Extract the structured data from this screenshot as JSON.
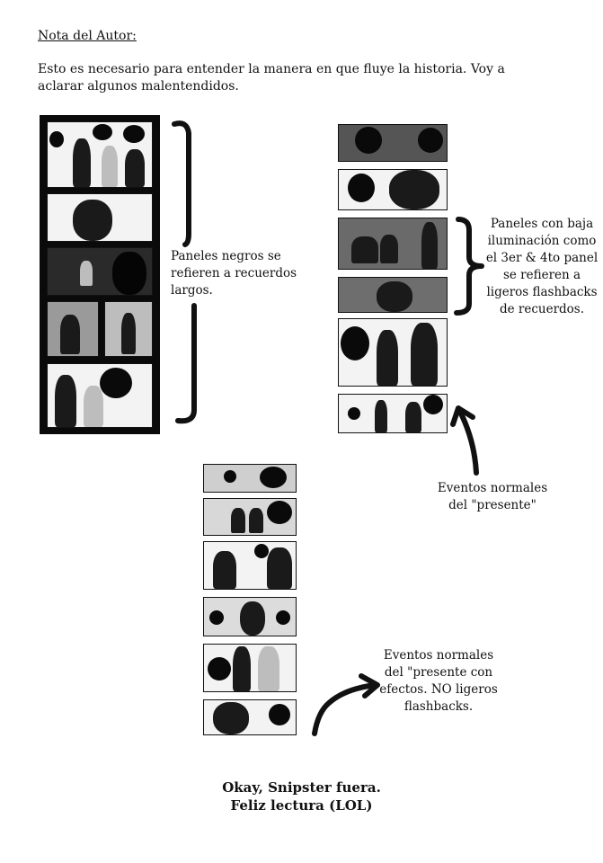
{
  "header": {
    "title": "Nota del Autor:",
    "intro": "Esto es necesario para entender la manera en que fluye la historia. Voy a aclarar algunos malentendidos."
  },
  "notes": {
    "black_panels": "Paneles negros se refieren a recuerdos largos.",
    "low_light": "Paneles con baja iluminación como el 3er & 4to panel se refieren a ligeros flashbacks de recuerdos.",
    "normal_events": "Eventos normales del \"presente\"",
    "normal_effects": "Eventos normales del \"presente con efectos. NO ligeros flashbacks."
  },
  "closing": {
    "line1": "Okay, Snipster fuera.",
    "line2": "Feliz lectura (LOL)"
  },
  "colors": {
    "ink": "#111111",
    "page": "#ffffff",
    "panel_black": "#0a0a0a"
  }
}
